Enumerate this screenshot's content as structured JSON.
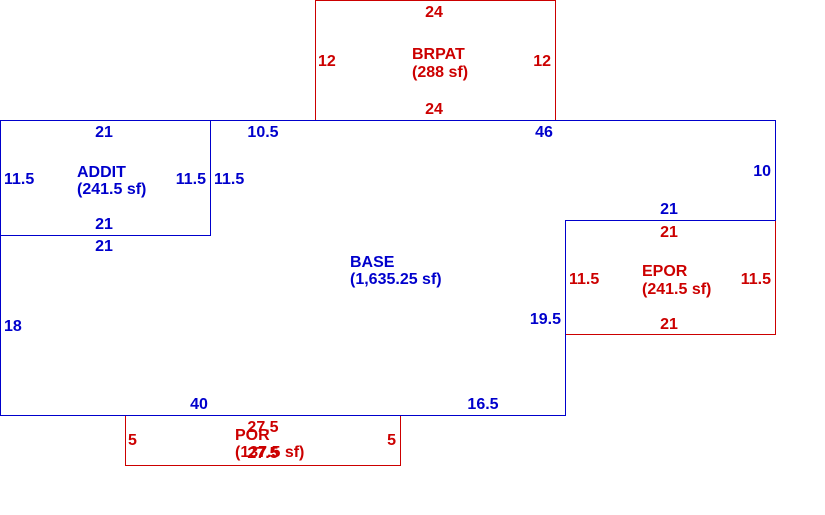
{
  "colors": {
    "base": "#0000cc",
    "addition": "#cc0000",
    "background": "#ffffff"
  },
  "sketch": {
    "areas": [
      {
        "id": "brpat",
        "color": "addition",
        "name": "BRPAT",
        "area": "(288 sf)",
        "dimensions": [
          "24",
          "12",
          "12",
          "24"
        ]
      },
      {
        "id": "addit",
        "color": "base",
        "name": "ADDIT",
        "area": "(241.5 sf)",
        "dimensions": [
          "21",
          "11.5",
          "11.5",
          "21"
        ]
      },
      {
        "id": "base",
        "color": "base",
        "name": "BASE",
        "area": "(1,635.25 sf)",
        "dimensions": [
          "10.5",
          "46",
          "11.5",
          "21",
          "10",
          "21",
          "18",
          "19.5",
          "40",
          "16.5"
        ]
      },
      {
        "id": "epor",
        "color": "addition",
        "name": "EPOR",
        "area": "(241.5 sf)",
        "dimensions": [
          "21",
          "11.5",
          "11.5",
          "21"
        ]
      },
      {
        "id": "por",
        "color": "addition",
        "name": "POR",
        "area": "(137.5 sf)",
        "dimensions": [
          "27.5",
          "5",
          "5",
          "27.5"
        ]
      }
    ]
  }
}
